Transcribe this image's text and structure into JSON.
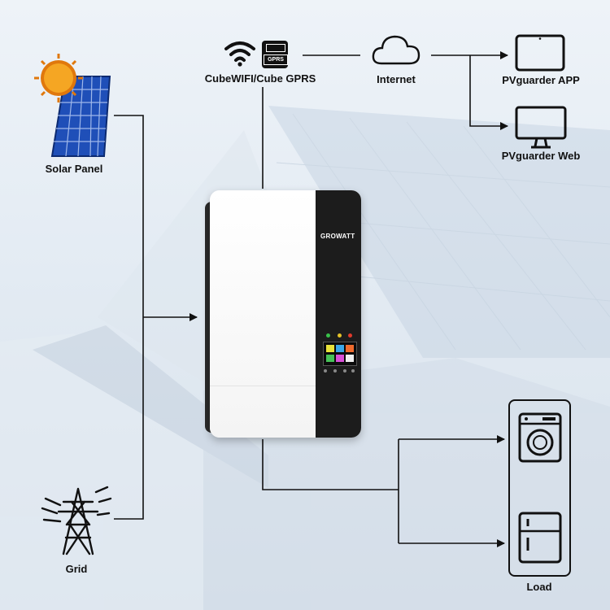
{
  "nodes": {
    "solar_panel": "Solar Panel",
    "grid": "Grid",
    "cube_module": "CubeWIFI/Cube GPRS",
    "gprs_badge": "GPRS",
    "internet": "Internet",
    "app": "PVguarder APP",
    "web": "PVguarder Web",
    "load": "Load"
  },
  "inverter": {
    "brand": "GROWATT"
  },
  "colors": {
    "line": "#111111",
    "inverter_body": "#ffffff",
    "inverter_panel": "#1c1c1c",
    "sun": "#f5a623",
    "solar_cell": "#1f4fb8"
  }
}
